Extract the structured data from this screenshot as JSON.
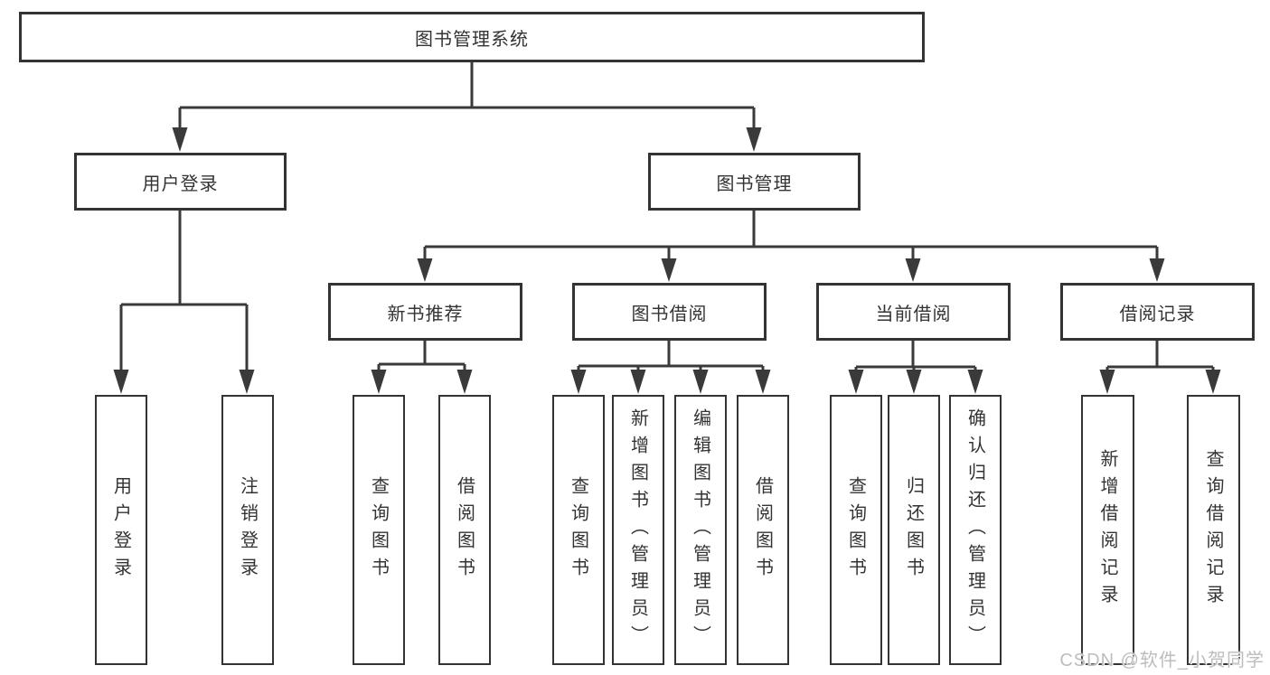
{
  "diagram_type": "functional-decomposition-tree",
  "colors": {
    "canvas_bg": "#ffffff",
    "line": "#3a3a3a",
    "box_border": "#333333",
    "box_fill": "#ffffff",
    "text": "#333333",
    "watermark": "#bdbdbd"
  },
  "tree": {
    "label": "图书管理系统",
    "children": [
      {
        "label": "用户登录",
        "children": [
          {
            "label": "用户登录"
          },
          {
            "label": "注销登录"
          }
        ]
      },
      {
        "label": "图书管理",
        "children": [
          {
            "label": "新书推荐",
            "children": [
              {
                "label": "查询图书"
              },
              {
                "label": "借阅图书"
              }
            ]
          },
          {
            "label": "图书借阅",
            "children": [
              {
                "label": "查询图书"
              },
              {
                "label": "新增图书（管理员）"
              },
              {
                "label": "编辑图书（管理员）"
              },
              {
                "label": "借阅图书"
              }
            ]
          },
          {
            "label": "当前借阅",
            "children": [
              {
                "label": "查询图书"
              },
              {
                "label": "归还图书"
              },
              {
                "label": "确认归还（管理员）"
              }
            ]
          },
          {
            "label": "借阅记录",
            "children": [
              {
                "label": "新增借阅记录"
              },
              {
                "label": "查询借阅记录"
              }
            ]
          }
        ]
      }
    ]
  },
  "watermark": {
    "text": "CSDN @软件_小贺同学"
  }
}
